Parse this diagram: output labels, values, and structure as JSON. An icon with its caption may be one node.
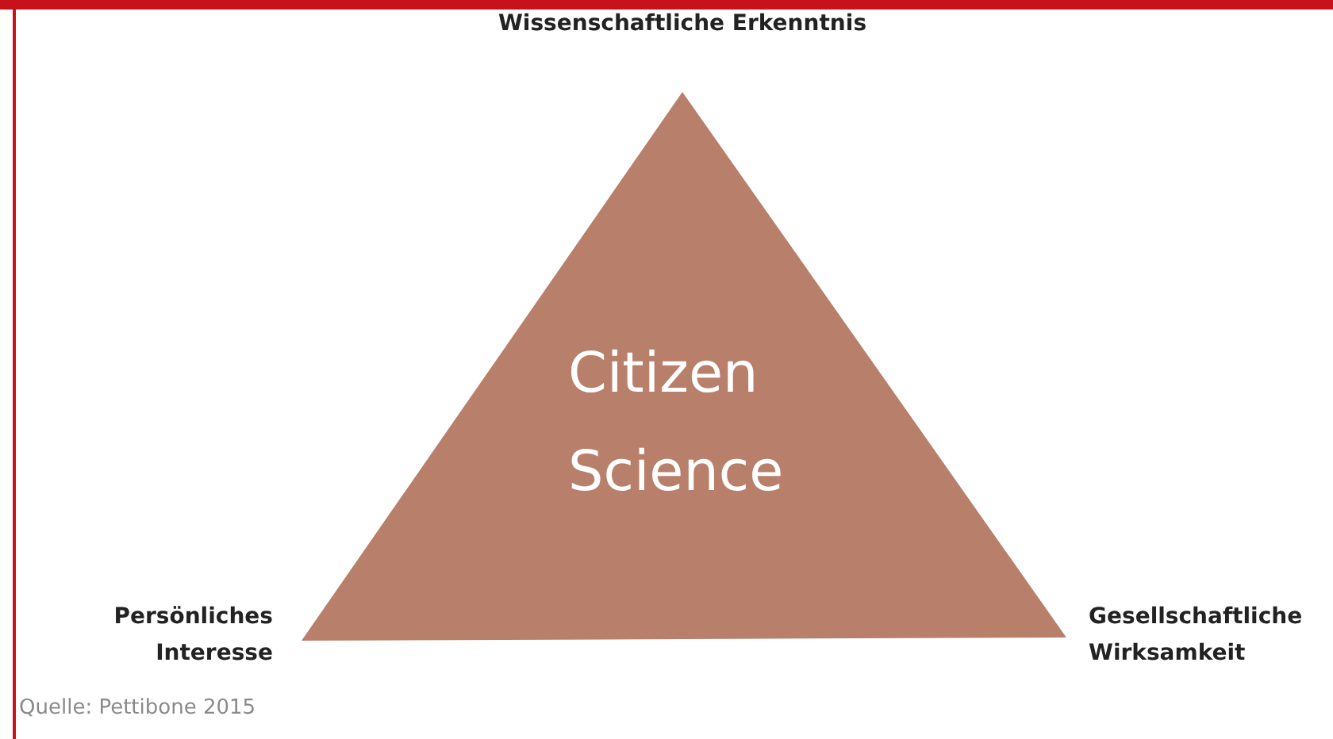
{
  "diagram": {
    "caption": "Quelle: Pettibone 2015",
    "nodes": [
      {
        "text": [
          "Citizen Science"
        ]
      }
    ],
    "labels": [
      "Wissenschaftliche Erkenntnis",
      "Persönliches Interesse",
      "Gesellschaftliche Wirksamkeit"
    ]
  }
}
